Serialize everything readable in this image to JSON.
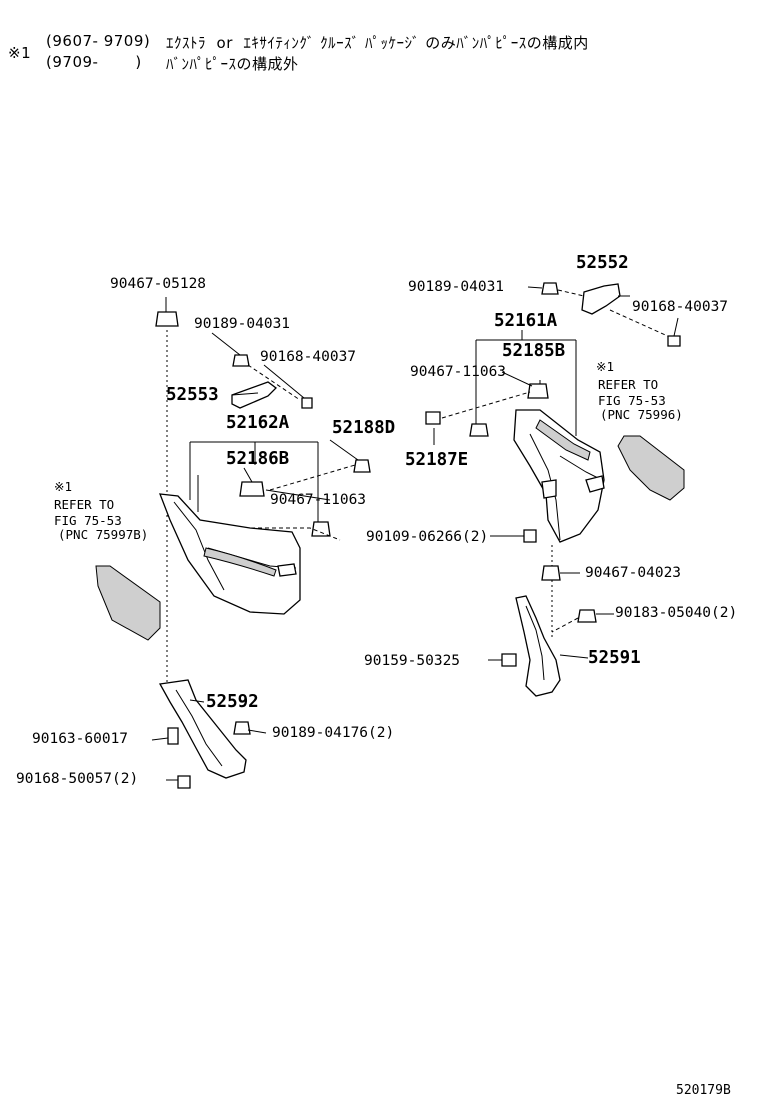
{
  "header": {
    "mark": "※1",
    "line1_code": "(9607- 9709)",
    "line1_text": "ｴｸｽﾄﾗ  or  ｴｷｻｲﾃｨﾝｸﾞ ｸﾙｰｽﾞ ﾊﾟｯｹｰｼﾞ のみﾊﾞﾝﾊﾟﾋﾟｰｽの構成内",
    "line2_code": "(9709-       )",
    "line2_text": "ﾊﾞﾝﾊﾟﾋﾟｰｽの構成外"
  },
  "left": {
    "p90467_05128": "90467-05128",
    "p90189_04031": "90189-04031",
    "p90168_40037": "90168-40037",
    "p52553": "52553",
    "p52162A": "52162A",
    "p52188D": "52188D",
    "p52186B": "52186B",
    "p90467_11063": "90467-11063",
    "p52592": "52592",
    "p90163_60017": "90163-60017",
    "p90189_04176": "90189-04176(2)",
    "p90168_50057": "90168-50057(2)",
    "ref_mark": "※1",
    "ref_line1": "REFER TO",
    "ref_line2": "FIG 75-53",
    "ref_line3": "(PNC 75997B)"
  },
  "right": {
    "p52552": "52552",
    "p90189_04031": "90189-04031",
    "p90168_40037": "90168-40037",
    "p52161A": "52161A",
    "p52185B": "52185B",
    "p90467_11063": "90467-11063",
    "p52187E": "52187E",
    "p90109_06266": "90109-06266(2)",
    "p90467_04023": "90467-04023",
    "p90183_05040": "90183-05040(2)",
    "p90159_50325": "90159-50325",
    "p52591": "52591",
    "ref_mark": "※1",
    "ref_line1": "REFER TO",
    "ref_line2": "FIG 75-53",
    "ref_line3": "(PNC 75996)"
  },
  "footer": {
    "code": "520179B"
  }
}
